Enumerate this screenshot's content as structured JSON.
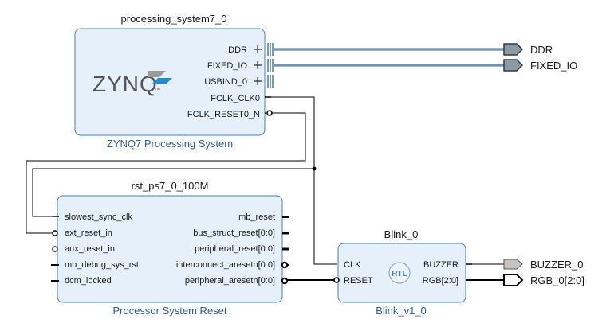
{
  "colors": {
    "block_fill": "#e6f0fa",
    "block_border": "#4a7fb5",
    "subtitle": "#2f5d8c",
    "interface_wire": "#3f6f9a",
    "port_fill_output": "#c8c2bc",
    "port_fill_interface": "#8e98a0",
    "zynq_text": "#555555",
    "zynq_accent": "#1f8fcf"
  },
  "ps7": {
    "name": "processing_system7_0",
    "subtitle": "ZYNQ7 Processing System",
    "logo_text": "ZYNQ",
    "logo_mark": "™",
    "pins": [
      "DDR",
      "FIXED_IO",
      "USBIND_0",
      "FCLK_CLK0",
      "FCLK_RESET0_N"
    ]
  },
  "rst": {
    "name": "rst_ps7_0_100M",
    "subtitle": "Processor System Reset",
    "inputs": [
      "slowest_sync_clk",
      "ext_reset_in",
      "aux_reset_in",
      "mb_debug_sys_rst",
      "dcm_locked"
    ],
    "outputs": [
      "mb_reset",
      "bus_struct_reset[0:0]",
      "peripheral_reset[0:0]",
      "interconnect_aresetn[0:0]",
      "peripheral_aresetn[0:0]"
    ]
  },
  "blink": {
    "name": "Blink_0",
    "subtitle": "Blink_v1_0",
    "badge": "RTL",
    "inputs": [
      "CLK",
      "RESET"
    ],
    "outputs": [
      "BUZZER",
      "RGB[2:0]"
    ]
  },
  "ports": [
    "DDR",
    "FIXED_IO",
    "BUZZER_0",
    "RGB_0[2:0]"
  ]
}
